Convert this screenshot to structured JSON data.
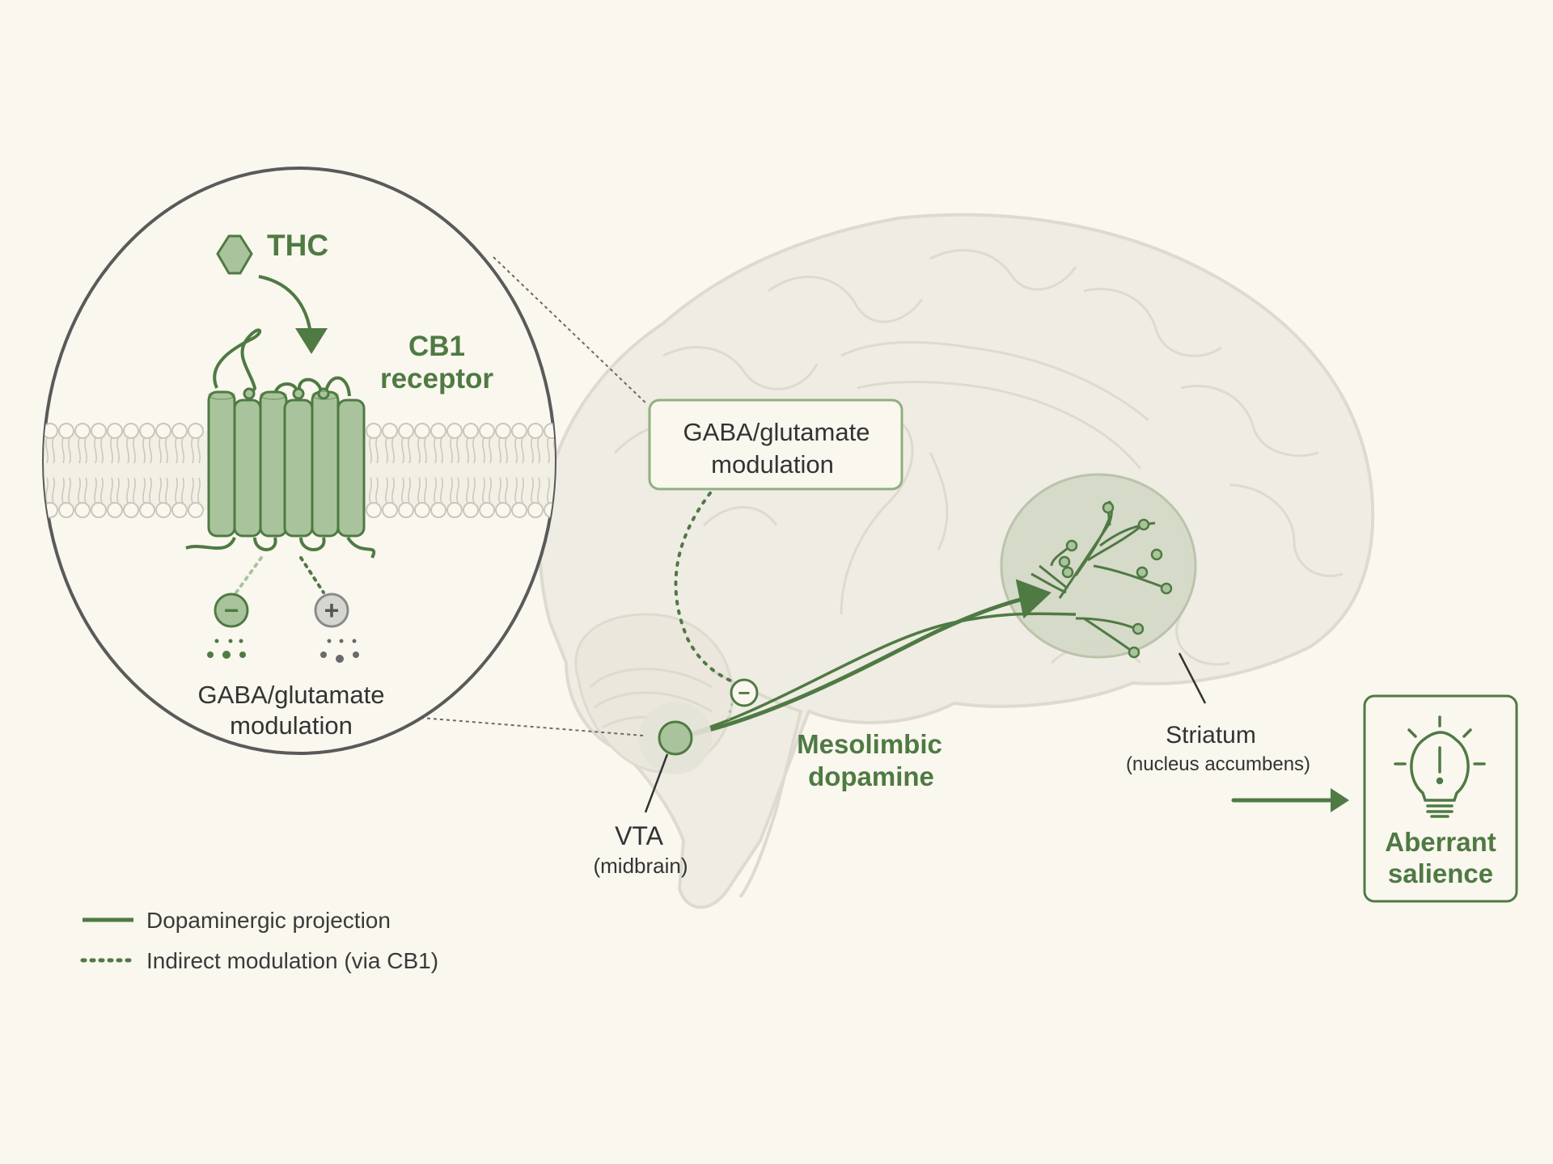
{
  "inset": {
    "thc_label": "THC",
    "receptor_label_line1": "CB1",
    "receptor_label_line2": "receptor",
    "inhibit_symbol": "−",
    "excite_symbol": "+",
    "modulation_line1": "GABA/glutamate",
    "modulation_line2": "modulation"
  },
  "brain": {
    "callout_line1": "GABA/glutamate",
    "callout_line2": "modulation",
    "inhibit_symbol": "−",
    "vta_label": "VTA",
    "vta_sublabel": "(midbrain)",
    "pathway_line1": "Mesolimbic",
    "pathway_line2": "dopamine",
    "striatum_label": "Striatum",
    "striatum_sublabel": "(nucleus accumbens)"
  },
  "outcome": {
    "line1": "Aberrant",
    "line2": "salience",
    "icon": "lightbulb-exclamation-icon"
  },
  "legend": {
    "items": [
      {
        "label": "Dopaminergic projection",
        "style": "solid"
      },
      {
        "label": "Indirect modulation (via CB1)",
        "style": "dotted"
      }
    ]
  },
  "colors": {
    "accent_green": "#4f7a43",
    "light_green": "#a9c49c",
    "brain_fill": "#efece3",
    "brain_outline": "#dedad0",
    "background": "#faf7ef"
  }
}
